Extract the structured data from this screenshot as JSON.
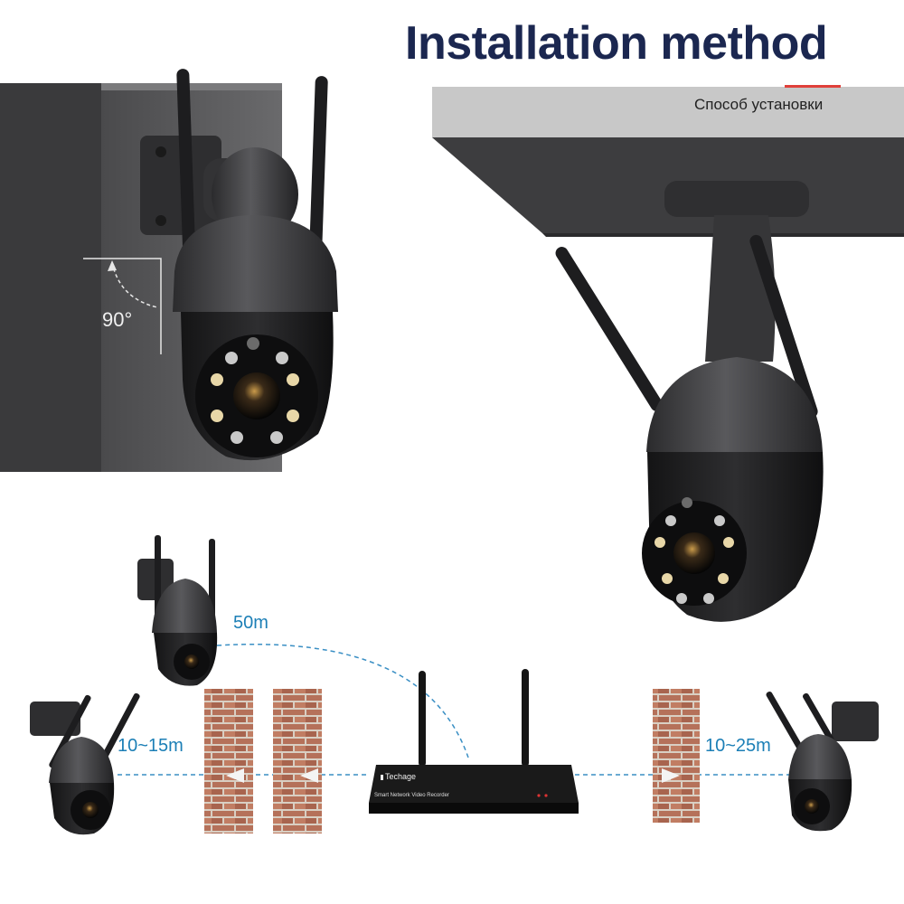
{
  "header": {
    "title": "Installation method",
    "subtitle": "Способ установки"
  },
  "wall_mount": {
    "angle_label": "90°"
  },
  "distances": {
    "top": "50m",
    "left": "10~15m",
    "right": "10~25m"
  },
  "nvr": {
    "brand": "Techage",
    "model_text": "Smart Network Video Recorder"
  },
  "colors": {
    "title": "#1b2750",
    "accent_line": "#e0403a",
    "distance_text": "#1c7fb6",
    "camera_body": "#3c3c3e",
    "brick": "#b5715a"
  }
}
